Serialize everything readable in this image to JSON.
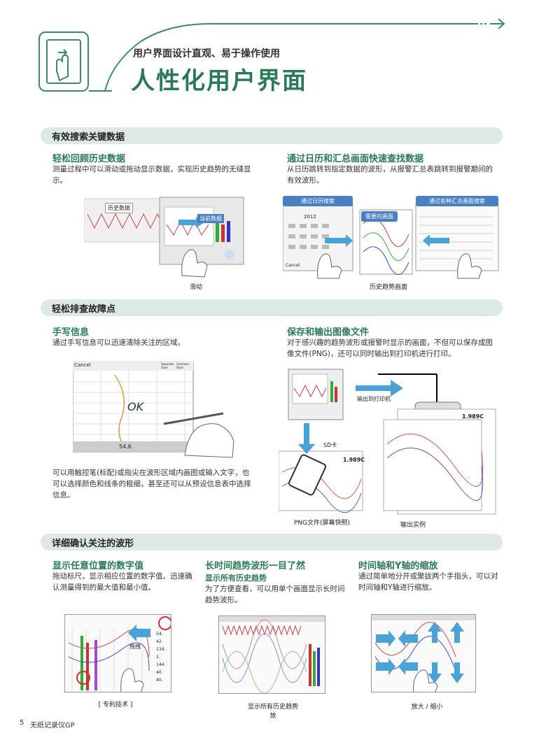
{
  "header": {
    "subtitle": "用户界面设计直观、易于操作使用",
    "title": "人性化用户界面",
    "icon": "touch-hand-icon",
    "accent": "#2a7a57"
  },
  "sections": {
    "s1": {
      "bar": "有效搜索关键数据",
      "left": {
        "heading": "轻松回顾历史数据",
        "text": "测量过程中可以滑动或拖动显示数据，实现历史趋势的无缝显示。",
        "label_history": "历史数据",
        "label_current": "当前数据",
        "caption": "滑动"
      },
      "right": {
        "heading": "通过日历和汇总画面快速查找数据",
        "text": "从日历跳转到指定数据的波形，从报警汇总表跳转到报警期间的有效波形。",
        "tag_calendar": "通过日历搜索",
        "tag_needed": "需要的画面",
        "tag_summary": "通过各种汇总画面搜索",
        "calendar_year": "2012",
        "calendar_btn": "Cancel",
        "caption": "历史趋势画面"
      }
    },
    "s2": {
      "bar": "轻松排查故障点",
      "left": {
        "heading": "手写信息",
        "text": "通过手写信息可以迅速清除关注的区域。",
        "cancel": "Cancel",
        "tool_sep": "Separate Save",
        "tool_common": "Common Save",
        "ok_text": "OK",
        "value": "54.6",
        "text2": "可以用触控笔(标配)或指尖在波形区域内画图或输入文字，也可以选择颜色和线条的粗细，甚至还可以从预设信息表中选择信息。"
      },
      "right": {
        "heading": "保存和输出图像文件",
        "text": "对于感兴趣的趋势波形或报警时显示的画面，不但可以保存成图像文件(PNG)，还可以同时输出到打印机进行打印。",
        "printer_label": "输出到打印机",
        "sd_label": "SD卡",
        "reading": "1.989C",
        "reading2": "1.989C",
        "caption_png": "PNG文件(屏幕快照)",
        "caption_out": "输出实例"
      }
    },
    "s3": {
      "bar": "详细确认关注的波形",
      "col1": {
        "heading": "显示任意位置的数字值",
        "text": "拖动标尺，显示相应位置的数字值。迅速确认测量得到的最大值和最小值。",
        "drag": "拖拽",
        "caption": "[ 专利技术 ]",
        "values": [
          "54.",
          "42.",
          "134.",
          "2.",
          "144.",
          "40.",
          "40."
        ]
      },
      "col2": {
        "heading": "长时间趋势波形一目了然",
        "subheading": "显示所有历史趋势",
        "text": "为了方便查看，可以用单个画面显示长时间趋势波形。",
        "caption": "显示所有历史趋势放"
      },
      "col3": {
        "heading": "时间轴和Y轴的缩放",
        "text": "通过简单地分开或聚拢两个手指头，可以对时间轴和Y轴进行缩放。",
        "caption": "放大 / 缩小"
      }
    }
  },
  "footer": {
    "page": "5",
    "title": "无纸记录仪GP"
  }
}
